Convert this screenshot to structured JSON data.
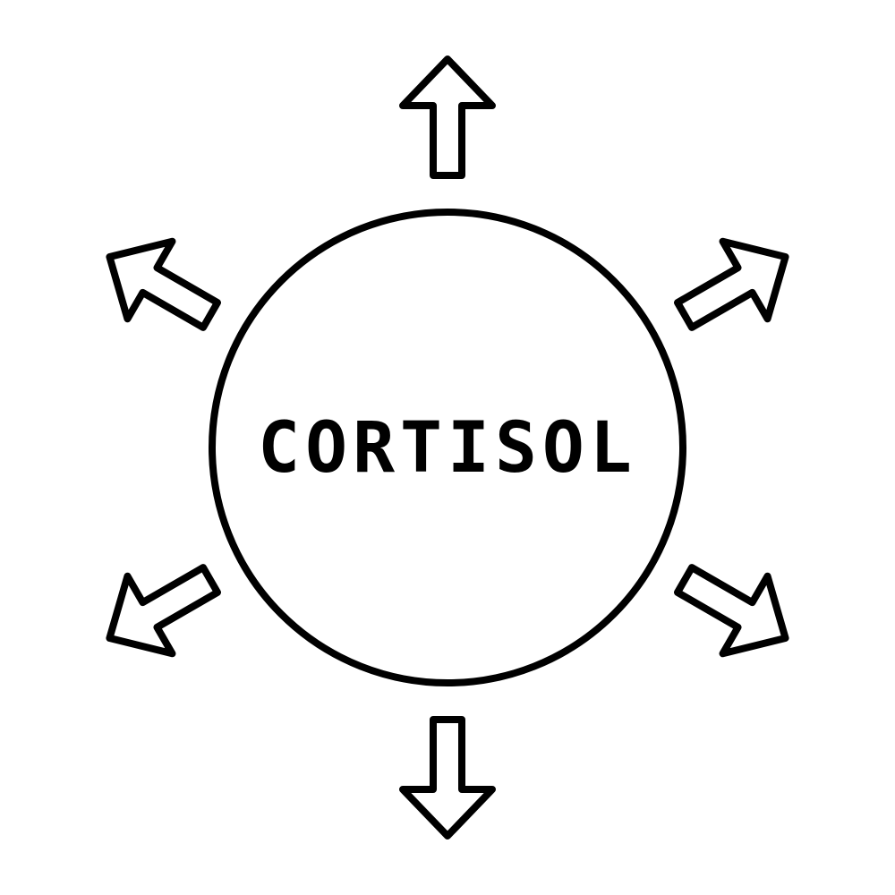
{
  "diagram": {
    "center_label": "CORTISOL",
    "stroke_color": "#000000",
    "background_color": "#ffffff",
    "arrows": [
      {
        "direction": "up",
        "icon": "arrow-up-icon"
      },
      {
        "direction": "up-right",
        "icon": "arrow-up-right-icon"
      },
      {
        "direction": "down-right",
        "icon": "arrow-down-right-icon"
      },
      {
        "direction": "down",
        "icon": "arrow-down-icon"
      },
      {
        "direction": "down-left",
        "icon": "arrow-down-left-icon"
      },
      {
        "direction": "up-left",
        "icon": "arrow-up-left-icon"
      }
    ]
  }
}
